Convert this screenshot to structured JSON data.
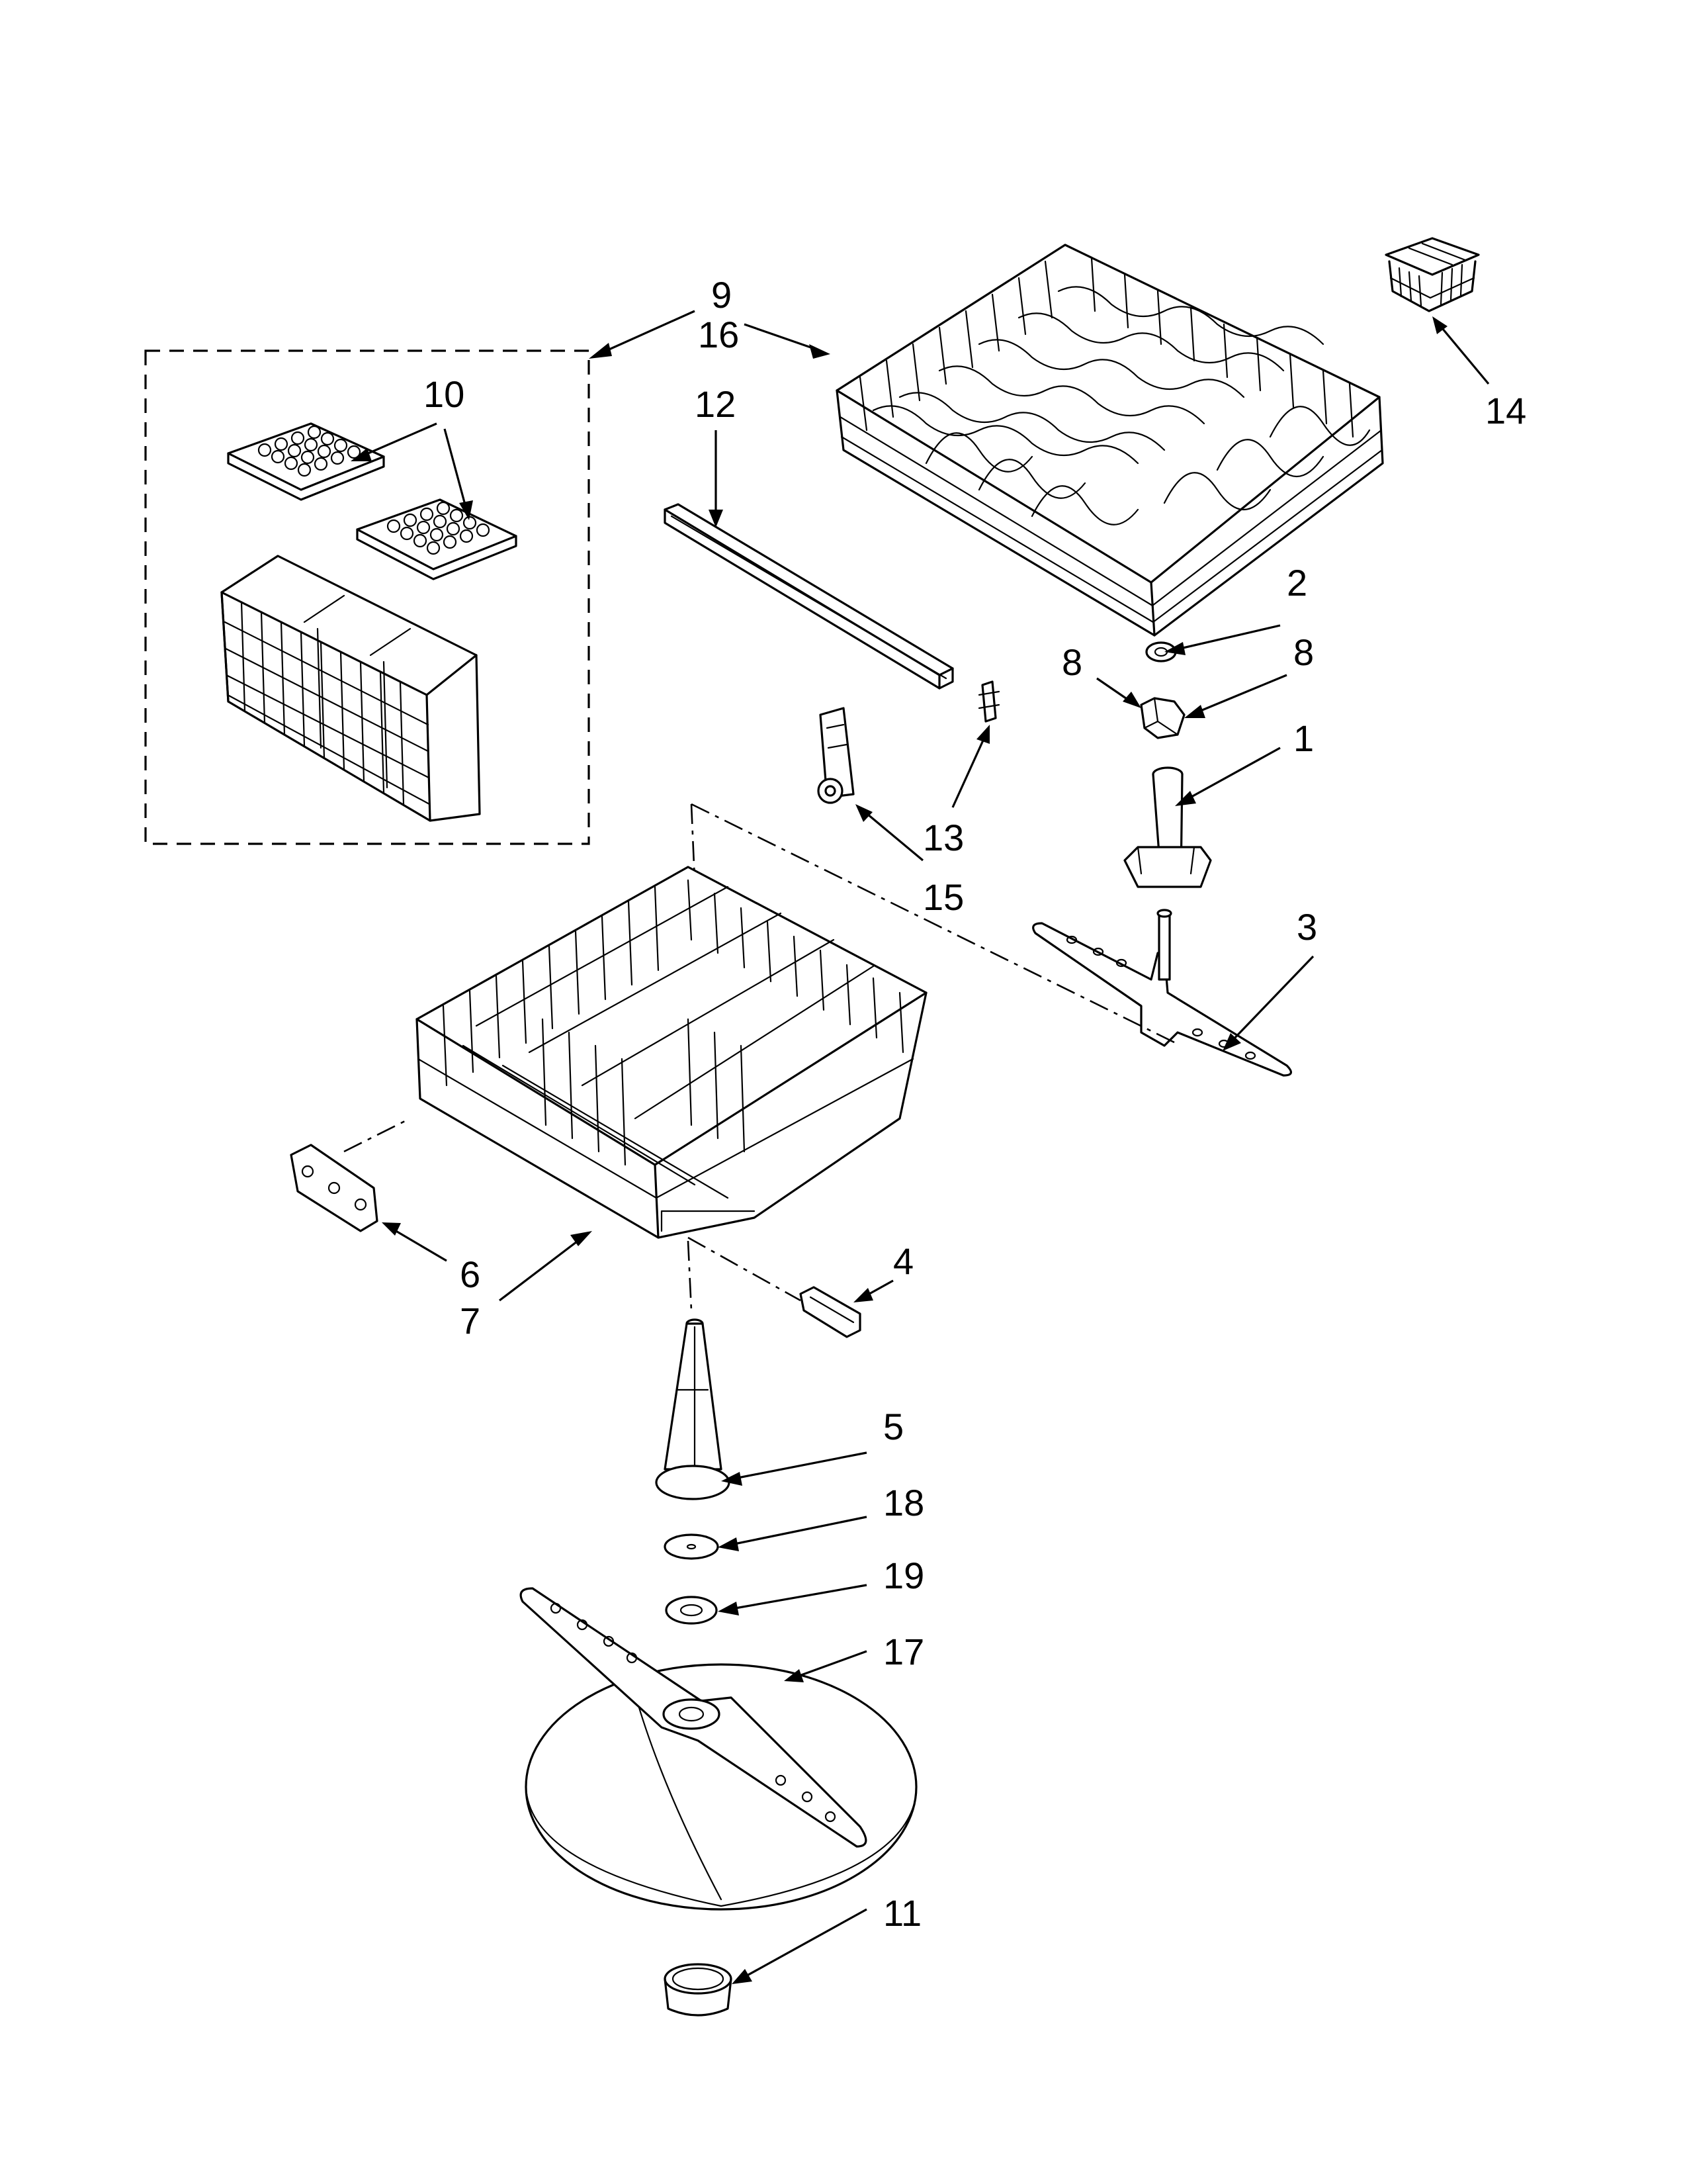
{
  "diagram": {
    "callouts": [
      {
        "id": "c9",
        "label": "9"
      },
      {
        "id": "c16",
        "label": "16"
      },
      {
        "id": "c14",
        "label": "14"
      },
      {
        "id": "c10",
        "label": "10"
      },
      {
        "id": "c12",
        "label": "12"
      },
      {
        "id": "c2",
        "label": "2"
      },
      {
        "id": "c8a",
        "label": "8"
      },
      {
        "id": "c8b",
        "label": "8"
      },
      {
        "id": "c1",
        "label": "1"
      },
      {
        "id": "c13",
        "label": "13"
      },
      {
        "id": "c15",
        "label": "15"
      },
      {
        "id": "c3",
        "label": "3"
      },
      {
        "id": "c4",
        "label": "4"
      },
      {
        "id": "c6",
        "label": "6"
      },
      {
        "id": "c7",
        "label": "7"
      },
      {
        "id": "c5",
        "label": "5"
      },
      {
        "id": "c18",
        "label": "18"
      },
      {
        "id": "c19",
        "label": "19"
      },
      {
        "id": "c17",
        "label": "17"
      },
      {
        "id": "c11",
        "label": "11"
      }
    ]
  }
}
